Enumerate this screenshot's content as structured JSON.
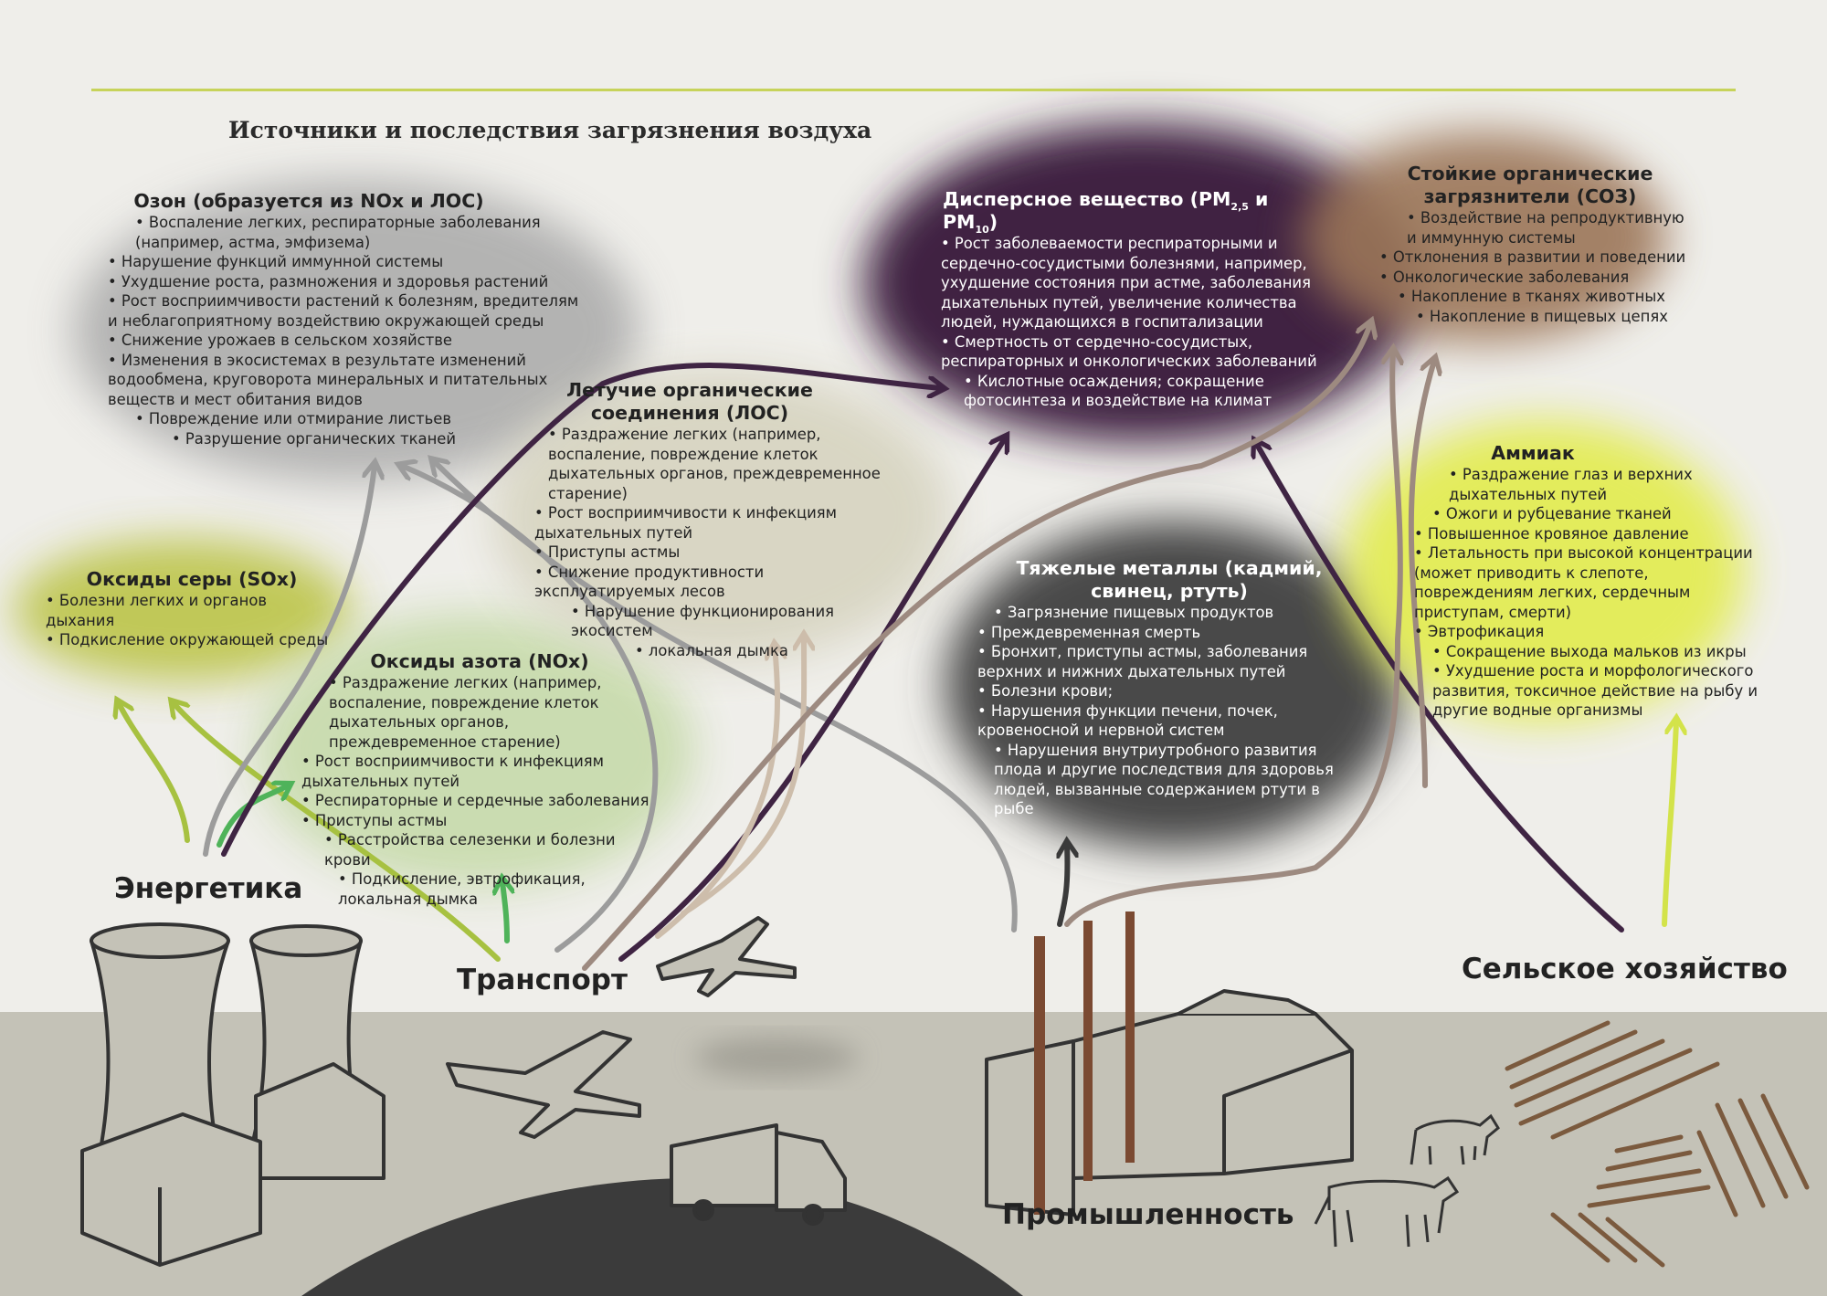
{
  "title": "Источники и последствия загрязнения воздуха",
  "pollutants": {
    "ozone": {
      "heading": "Озон (образуется из NOx и ЛОС)",
      "items": [
        "Воспаление легких, респираторные заболевания (например, астма, эмфизема)",
        "Нарушение функций иммунной системы",
        "Ухудшение роста, размножения и здоровья растений",
        "Рост восприимчивости растений к болезням, вредителям и неблагоприятному воздействию окружающей среды",
        "Снижение урожаев в сельском хозяйстве",
        "Изменения в экосистемах в результате изменений водообмена, круговорота минеральных и питательных веществ и мест обитания видов",
        "Повреждение или отмирание листьев",
        "Разрушение органических тканей"
      ]
    },
    "sox": {
      "heading": "Оксиды серы (SOx)",
      "items": [
        "Болезни легких и органов дыхания",
        "Подкисление окружающей среды"
      ]
    },
    "nox": {
      "heading": "Оксиды азота (NOx)",
      "items": [
        "Раздражение легких (например, воспаление, повреждение клеток дыхательных органов, преждевременное старение)",
        "Рост восприимчивости к инфекциям дыхательных путей",
        "Респираторные и сердечные заболевания",
        "Приступы астмы",
        "Расстройства селезенки и болезни крови",
        "Подкисление, эвтрофикация, локальная дымка"
      ]
    },
    "voc": {
      "heading": "Летучие органические соединения (ЛОС)",
      "items": [
        "Раздражение легких (например, воспаление, повреждение клеток дыхательных органов, преждевременное старение)",
        "Рост восприимчивости к инфекциям дыхательных путей",
        "Приступы астмы",
        "Снижение продуктивности эксплуатируемых лесов",
        "Нарушение функционирования экосистем",
        "локальная дымка"
      ]
    },
    "pm": {
      "heading_a": "Дисперсное вещество (PM",
      "heading_sub1": "2,5",
      "heading_b": " и PM",
      "heading_sub2": "10",
      "heading_c": ")",
      "items": [
        "Рост заболеваемости респираторными и сердечно-сосудистыми болезнями, например, ухудшение состояния при астме, заболевания дыхательных путей, увеличение количества людей, нуждающихся в госпитализации",
        "Смертность от сердечно-сосудистых, респираторных и онкологических заболеваний",
        "Кислотные осаждения; сокращение фотосинтеза и воздействие на климат"
      ]
    },
    "pop": {
      "heading": "Стойкие органические загрязнители (СОЗ)",
      "items": [
        "Воздействие на репродуктивную и иммунную системы",
        "Отклонения в развитии и поведении",
        "Онкологические заболевания",
        "Накопление в тканях животных",
        "Накопление в пищевых цепях"
      ]
    },
    "metals": {
      "heading": "Тяжелые металлы (кадмий, свинец, ртуть)",
      "items": [
        "Загрязнение пищевых продуктов",
        "Преждевременная смерть",
        "Бронхит, приступы астмы, заболевания верхних и нижних дыхательных путей",
        "Болезни крови;",
        "Нарушения функции печени, почек, кровеносной и нервной систем",
        "Нарушения внутриутробного развития плода и другие последствия для здоровья людей, вызванные содержанием ртути в рыбе"
      ]
    },
    "ammonia": {
      "heading": "Аммиак",
      "items": [
        "Раздражение глаз и верхних дыхательных путей",
        "Ожоги и рубцевание тканей",
        "Повышенное кровяное давление",
        "Летальность при высокой концентрации (может приводить к слепоте, повреждениям легких, сердечным приступам, смерти)",
        "Эвтрофикация",
        "Сокращение выхода мальков из икры",
        "Ухудшение роста и морфологического развития, токсичное действие на рыбу и другие водные организмы"
      ]
    }
  },
  "sources": {
    "energy": "Энергетика",
    "transport": "Транспорт",
    "industry": "Промышленность",
    "agriculture": "Сельское хозяйство"
  },
  "colors": {
    "ozone": "#a9a9a9",
    "sox": "#bcc44a",
    "nox": "#c9dcae",
    "voc": "#d8d5c2",
    "pm": "#3f2443",
    "pop": "#9b7659",
    "metals": "#4a4a4a",
    "ammonia": "#e3ec55",
    "ground": "#c4c2b7"
  }
}
